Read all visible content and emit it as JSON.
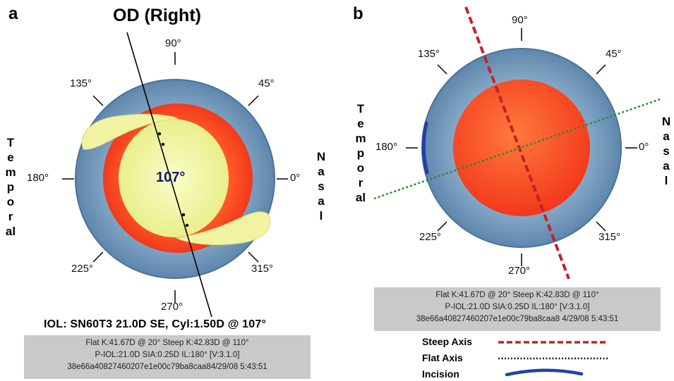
{
  "panel_a": {
    "letter": "a",
    "title": "OD (Right)",
    "center_angle": "107°",
    "angles": [
      "90°",
      "45°",
      "0°",
      "315°",
      "270°",
      "225°",
      "180°",
      "135°"
    ],
    "left_word": [
      "T",
      "e",
      "m",
      "p",
      "o",
      "r",
      "al"
    ],
    "right_word": [
      "N",
      "a",
      "s",
      "a",
      "l"
    ],
    "iol_line": "IOL: SN60T3 21.0D SE, Cyl:1.50D @ 107°",
    "info": {
      "line1": "Flat K:41.67D @ 20°  Steep K:42.83D @ 110°",
      "line2": "P-IOL:21.0D  SIA:0.25D  IL:180°   [V:3.1.0]",
      "line3": "38e66a40827460207e1e00c79ba8caa84/29/08  5:43:51"
    }
  },
  "panel_b": {
    "letter": "b",
    "angles": [
      "90°",
      "45°",
      "0°",
      "315°",
      "270°",
      "225°",
      "180°",
      "135°"
    ],
    "left_word": [
      "T",
      "e",
      "m",
      "p",
      "o",
      "r",
      "al"
    ],
    "right_word": [
      "N",
      "a",
      "s",
      "a",
      "l"
    ],
    "info": {
      "line1": "Flat K:41.67D @ 20°  Steep K:42.83D @ 110°",
      "line2": "P-IOL:21.0D  SIA:0.25D  IL:180°   [V:3.1.0]",
      "line3": "38e66a40827460207e1e00c79ba8caa8  4/29/08  5:43:51"
    },
    "legend": {
      "steep": "Steep Axis",
      "flat": "Flat Axis",
      "incision": "Incision"
    }
  },
  "colors": {
    "iris": "#7fa3c2",
    "iris_edge": "#52789c",
    "lens_red": "#ff4a22",
    "lens_orange": "#ff8a2a",
    "haptic_yellow": "#f4f5a6",
    "steep_axis": "#c4202a",
    "flat_axis": "#2f8a2f",
    "incision": "#2340a8"
  }
}
